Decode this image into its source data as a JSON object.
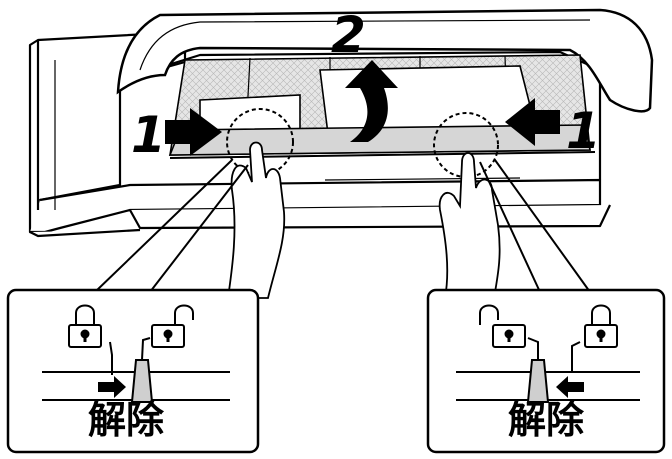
{
  "steps": {
    "push_step": "1",
    "lift_step": "2"
  },
  "insets": {
    "left": {
      "label": "解除"
    },
    "right": {
      "label": "解除"
    }
  }
}
